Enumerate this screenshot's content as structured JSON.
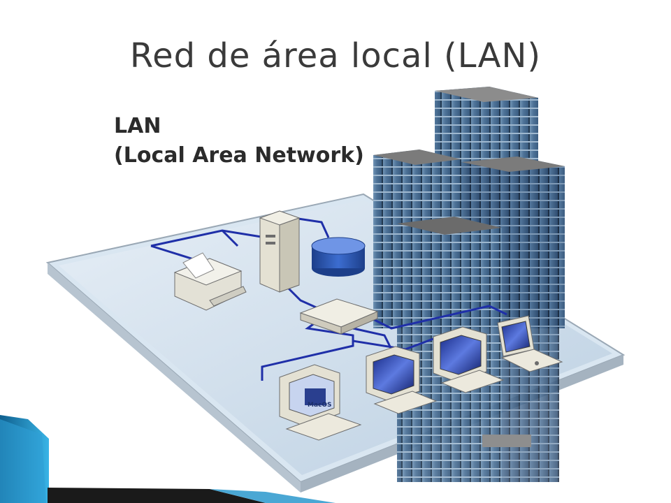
{
  "slide": {
    "title": "Red de área local (LAN)"
  },
  "diagram": {
    "label_line1": "LAN",
    "label_line2": "(Local Area Network)",
    "monitor_os_text": "MacOS"
  },
  "colors": {
    "cable": "#1f2fa8",
    "floor": "#cfe0ee",
    "building_face": "#5b84a8",
    "building_top": "#6f6f6f",
    "accent_shape": "#1d90c8"
  }
}
